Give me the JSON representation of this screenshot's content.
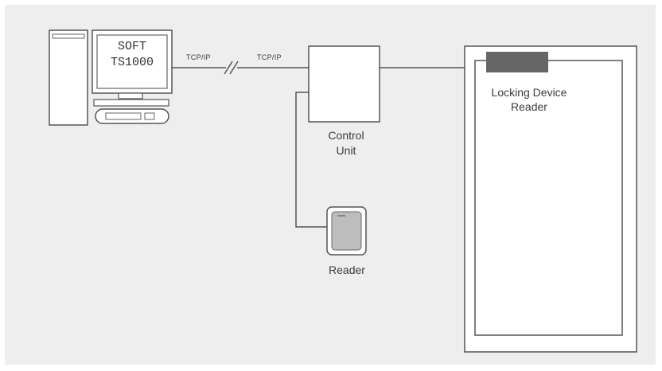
{
  "computer": {
    "screen_line1": "SOFT",
    "screen_line2": "TS1000"
  },
  "links": {
    "tcp_left": "TCP/IP",
    "tcp_right": "TCP/IP"
  },
  "control_unit": {
    "label_line1": "Control",
    "label_line2": "Unit"
  },
  "reader": {
    "label": "Reader"
  },
  "door": {
    "label_line1": "Locking Device",
    "label_line2": "Reader"
  },
  "colors": {
    "background": "#eeeeee",
    "stroke": "#555555",
    "lock_block": "#666666",
    "reader_face": "#bdbdbd"
  }
}
